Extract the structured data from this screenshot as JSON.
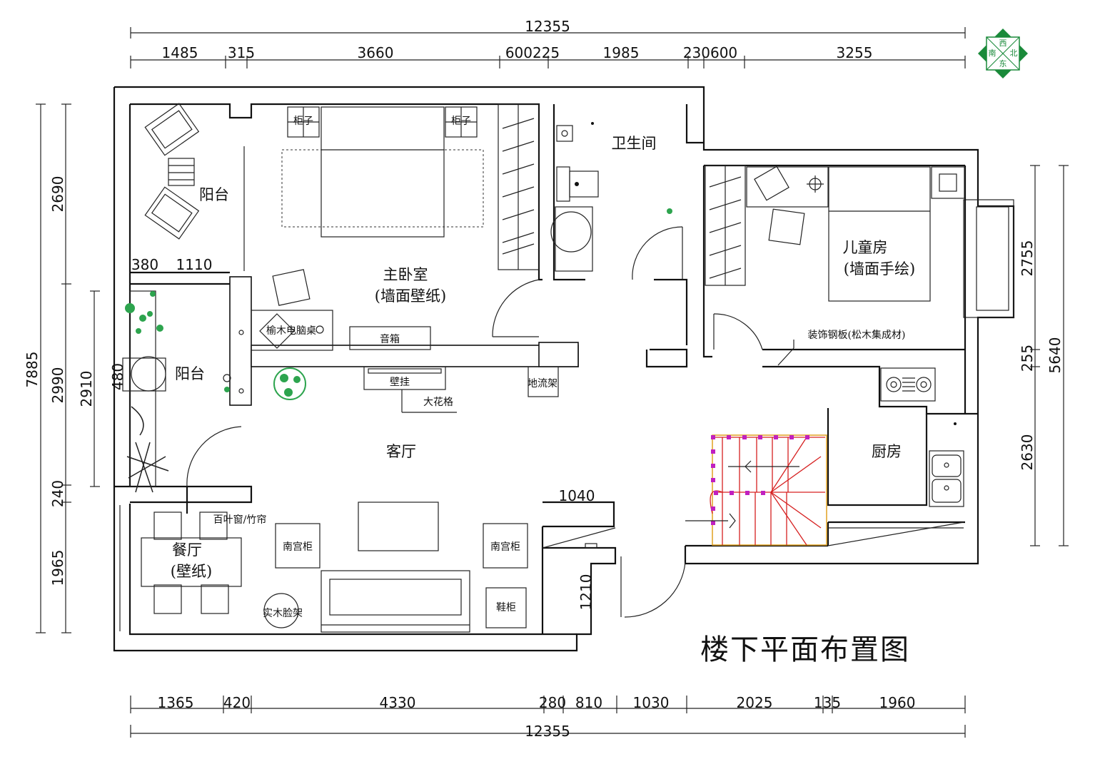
{
  "title": "楼下平面布置图",
  "compass": {
    "n": "北",
    "s": "南",
    "w": "西",
    "e": "东"
  },
  "dims_top": {
    "total": "12355",
    "segments": [
      "1485",
      "315",
      "3660",
      "600225",
      "1985",
      "230600",
      "3255"
    ]
  },
  "dims_bottom": {
    "total": "12355",
    "segments": [
      "1365",
      "420",
      "4330",
      "280",
      "810",
      "1030",
      "2025",
      "135",
      "1960"
    ]
  },
  "dims_left": {
    "total": "7885",
    "segments": [
      "2690",
      "2990",
      "240",
      "1965"
    ],
    "inner": "2910",
    "inner_small": "480"
  },
  "dims_right": {
    "total": "5640",
    "segments": [
      "2755",
      "255",
      "2630"
    ]
  },
  "dims_inline": {
    "balcony_a": "380",
    "balcony_b": "1110",
    "stair_w": "1040",
    "stair_h": "1210"
  },
  "rooms": {
    "balcony_top": "阳台",
    "master": "主卧室",
    "master_note": "(墙面壁纸)",
    "bathroom": "卫生间",
    "child": "儿童房",
    "child_note": "(墙面手绘)",
    "balcony_mid": "阳台",
    "living": "客厅",
    "dining": "餐厅",
    "dining_note": "(壁纸)",
    "kitchen": "厨房"
  },
  "furniture": {
    "cabinet_l": "柜子",
    "cabinet_r": "柜子",
    "dresser": "榆木电脑桌",
    "fridge": "音箱",
    "tv": "壁挂",
    "flower_rack": "大花格",
    "floor_drain": "地流架",
    "blinds": "百叶窗/竹帘",
    "south_cab_l": "南宫柜",
    "south_cab_r": "南宫柜",
    "shoe_cab": "鞋柜",
    "basin_stand": "实木脸架",
    "deco_board": "装饰钢板(松木集成材)"
  }
}
